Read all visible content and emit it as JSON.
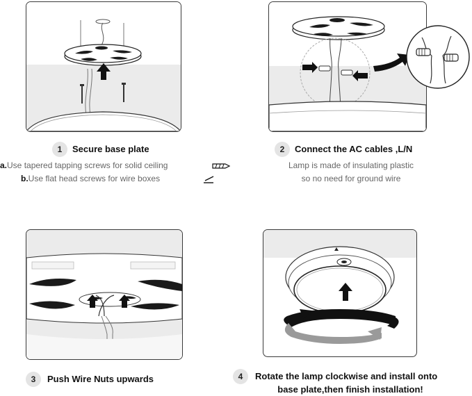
{
  "steps": [
    {
      "number": "1",
      "title": "Secure base plate",
      "notes": [
        {
          "key": "a.",
          "text": "Use tapered tapping screws for solid  ceiling"
        },
        {
          "key": "b.",
          "text": "Use flat head screws for wire boxes"
        }
      ]
    },
    {
      "number": "2",
      "title": "Connect the AC cables ,L/N",
      "notes": [
        {
          "text": "Lamp is made of insulating plastic"
        },
        {
          "text": "so no need for ground wire"
        }
      ]
    },
    {
      "number": "3",
      "title": "Push Wire Nuts upwards"
    },
    {
      "number": "4",
      "title_lines": [
        "Rotate the lamp clockwise and install onto",
        "base plate,then finish installation!"
      ]
    }
  ],
  "colors": {
    "border": "#3a3a3a",
    "ink": "#111111",
    "note_gray": "#666666",
    "badge_bg": "#e4e4e4",
    "ceiling_gray": "#ebebeb",
    "rotate_arrow_gray": "#9a9a9a"
  }
}
